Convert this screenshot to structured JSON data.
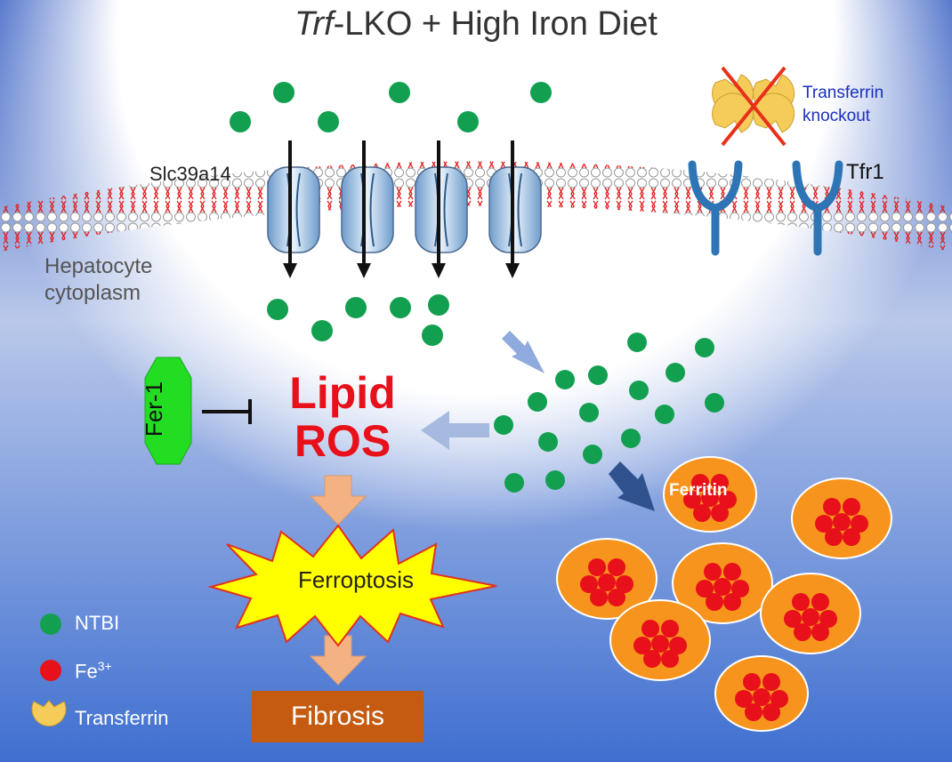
{
  "title": {
    "italic": "Trf",
    "rest": "-LKO + High Iron Diet"
  },
  "labels": {
    "transporter": "Slc39a14",
    "cytoplasm_line1": "Hepatocyte",
    "cytoplasm_line2": "cytoplasm",
    "receptor": "Tfr1",
    "knockout_line1": "Transferrin",
    "knockout_line2": "knockout",
    "inhibitor": "Fer-1",
    "lipid_line1": "Lipid",
    "lipid_line2": "ROS",
    "ferroptosis": "Ferroptosis",
    "fibrosis": "Fibrosis",
    "ferritin": "Ferritin"
  },
  "legend": {
    "ntbi": "NTBI",
    "fe_base": "Fe",
    "fe_sup": "3+",
    "transferrin": "Transferrin"
  },
  "colors": {
    "ntbi": "#12a050",
    "fe3": "#e8101a",
    "transferrin": "#f5cc5a",
    "ferritin_fill": "#f7941d",
    "lipid_ros": "#e8101a",
    "fer1_fill": "#22dd22",
    "ferroptosis_fill": "#ffff00",
    "fibrosis_fill": "#c55a11",
    "process_arrow": "#f4b183",
    "receptor": "#2e75b6",
    "knockout_text": "#1a2fbf",
    "knockout_x": "#e8301a"
  }
}
